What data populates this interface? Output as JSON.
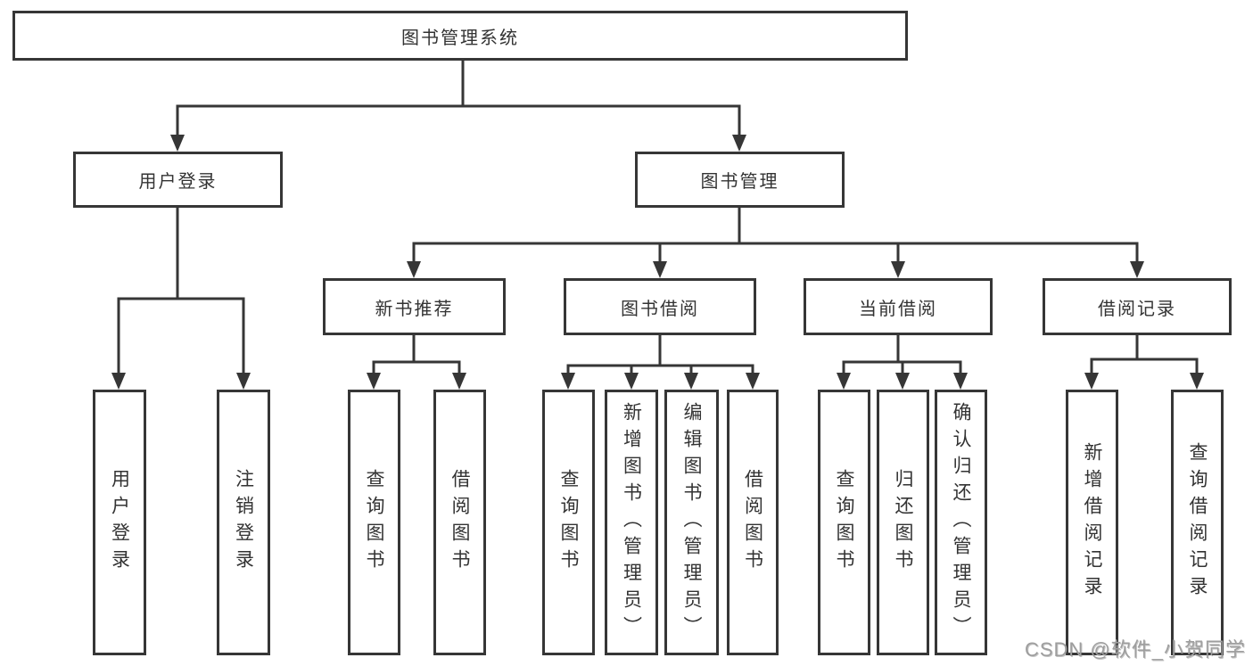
{
  "diagram": {
    "type": "tree",
    "root": {
      "label": "图书管理系统"
    },
    "level2": [
      {
        "label": "用户登录"
      },
      {
        "label": "图书管理"
      }
    ],
    "level3": [
      {
        "label": "新书推荐",
        "parent": "图书管理"
      },
      {
        "label": "图书借阅",
        "parent": "图书管理"
      },
      {
        "label": "当前借阅",
        "parent": "图书管理"
      },
      {
        "label": "借阅记录",
        "parent": "图书管理"
      }
    ],
    "leaves": [
      {
        "label": "用户登录",
        "parent": "用户登录"
      },
      {
        "label": "注销登录",
        "parent": "用户登录"
      },
      {
        "label": "查询图书",
        "parent": "新书推荐"
      },
      {
        "label": "借阅图书",
        "parent": "新书推荐"
      },
      {
        "label": "查询图书",
        "parent": "图书借阅"
      },
      {
        "label": "新增图书（管理员）",
        "parent": "图书借阅"
      },
      {
        "label": "编辑图书（管理员）",
        "parent": "图书借阅"
      },
      {
        "label": "借阅图书",
        "parent": "图书借阅"
      },
      {
        "label": "查询图书",
        "parent": "当前借阅"
      },
      {
        "label": "归还图书",
        "parent": "当前借阅"
      },
      {
        "label": "确认归还（管理员）",
        "parent": "当前借阅"
      },
      {
        "label": "新增借阅记录",
        "parent": "借阅记录"
      },
      {
        "label": "查询借阅记录",
        "parent": "借阅记录"
      }
    ]
  },
  "watermark": {
    "text": "CSDN @软件_小贺同学"
  },
  "colors": {
    "line": "#363636",
    "text": "#333333",
    "box_background": "#ffffff",
    "page_background": "#ffffff",
    "watermark": "#9e9e9e"
  }
}
